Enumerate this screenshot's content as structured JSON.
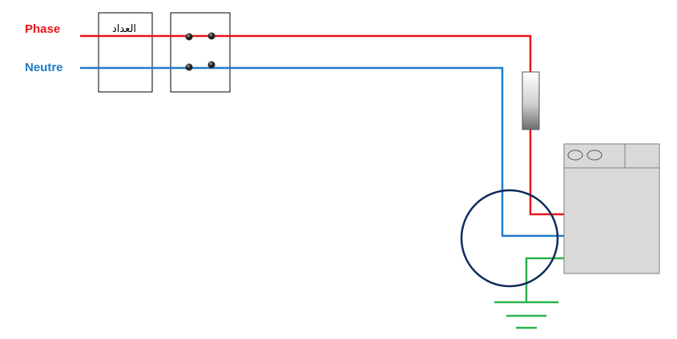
{
  "labels": {
    "phase": "Phase",
    "neutre": "Neutre",
    "meter": "العداد"
  },
  "colors": {
    "phase": "#e8141b",
    "neutre": "#1f7bc8",
    "earth": "#2bb24c",
    "circle": "#0d2b5e",
    "appliance_fill": "#d9d9d9",
    "appliance_stroke": "#7f7f7f",
    "box_stroke": "#000000"
  },
  "components": {
    "meter_box": "meter",
    "breaker_box": "breaker-with-4-terminals",
    "fuse": "fuse",
    "appliance": "washing-machine",
    "earth": "earth-ground-symbol",
    "circle": "highlight-circle"
  }
}
